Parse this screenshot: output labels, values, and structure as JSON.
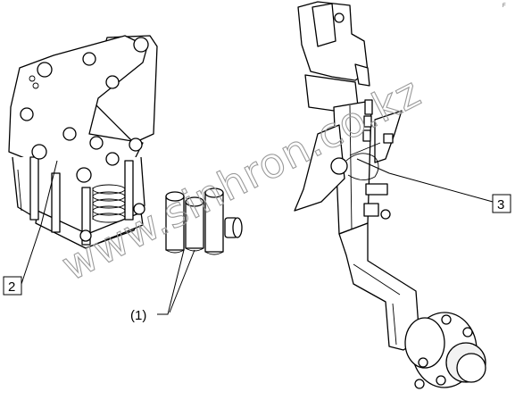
{
  "diagram": {
    "callouts": [
      {
        "id": "2",
        "label": "2"
      },
      {
        "id": "3",
        "label": "3"
      }
    ],
    "reference": {
      "label": "(1)"
    },
    "watermark": "www.sinhron.co.kz",
    "page_mark": "F"
  },
  "colors": {
    "line": "#000000",
    "background": "#ffffff",
    "watermark": "#9a9a9a"
  }
}
